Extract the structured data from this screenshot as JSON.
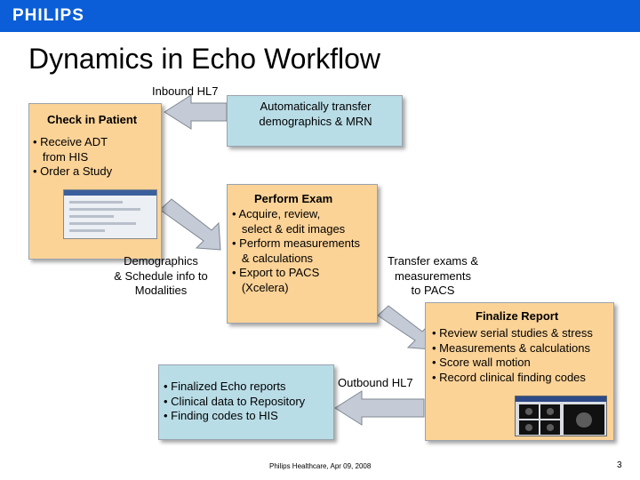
{
  "header": {
    "logo": "PHILIPS"
  },
  "title": "Dynamics in Echo Workflow",
  "labels": {
    "inbound": "Inbound HL7",
    "outbound": "Outbound HL7",
    "demographics": [
      "Demographics",
      "& Schedule info to",
      "Modalities"
    ],
    "transfer": [
      "Transfer exams &",
      "measurements",
      "to PACS"
    ]
  },
  "check_in": {
    "title": "Check in Patient",
    "bullets": [
      "• Receive ADT",
      "   from HIS",
      "• Order a Study"
    ]
  },
  "auto_transfer": {
    "lines": [
      "Automatically transfer",
      "demographics & MRN"
    ]
  },
  "perform_exam": {
    "title": "Perform Exam",
    "bullets": [
      "• Acquire, review,",
      "   select & edit images",
      "• Perform measurements",
      "   & calculations",
      "• Export to PACS",
      "   (Xcelera)"
    ]
  },
  "finalize": {
    "title": "Finalize Report",
    "bullets": [
      "• Review serial studies & stress",
      "• Measurements & calculations",
      "• Score wall motion",
      "• Record clinical finding codes"
    ]
  },
  "outputs": {
    "bullets": [
      "• Finalized Echo reports",
      "• Clinical data to Repository",
      "• Finding codes to HIS"
    ]
  },
  "footer": {
    "text": "Philips Healthcare, Apr 09, 2008",
    "page": "3"
  },
  "colors": {
    "header": "#0b5ed7",
    "peach": "#fcd397",
    "blue": "#b9dde7",
    "arrow": "#c4cbd6"
  }
}
